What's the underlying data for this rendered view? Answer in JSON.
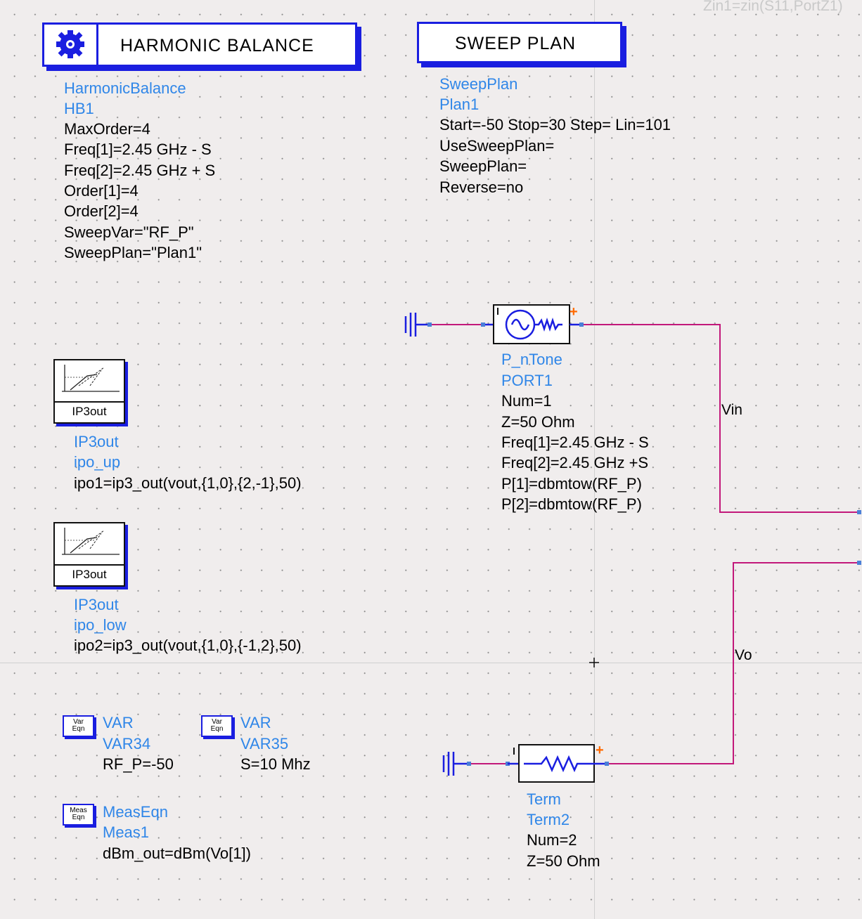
{
  "corner_text": "Zin1=zin(S11,PortZ1)",
  "harmonic_balance": {
    "title": "HARMONIC BALANCE",
    "icon": "gear-cluster-icon",
    "type": "HarmonicBalance",
    "name": "HB1",
    "params": [
      "MaxOrder=4",
      "Freq[1]=2.45 GHz - S",
      "Freq[2]=2.45 GHz + S",
      "Order[1]=4",
      "Order[2]=4",
      "SweepVar=\"RF_P\"",
      "SweepPlan=\"Plan1\""
    ]
  },
  "sweep_plan": {
    "title": "SWEEP PLAN",
    "type": "SweepPlan",
    "name": "Plan1",
    "params": [
      "Start=-50 Stop=30 Step= Lin=101",
      "UseSweepPlan=",
      "SweepPlan=",
      "Reverse=no"
    ]
  },
  "ip3_up": {
    "icon_label": "IP3out",
    "type": "IP3out",
    "name": "ipo_up",
    "expr": "ipo1=ip3_out(vout,{1,0},{2,-1},50)"
  },
  "ip3_low": {
    "icon_label": "IP3out",
    "type": "IP3out",
    "name": "ipo_low",
    "expr": "ipo2=ip3_out(vout,{1,0},{-1,2},50)"
  },
  "var34": {
    "tag": [
      "Var",
      "Eqn"
    ],
    "type": "VAR",
    "name": "VAR34",
    "expr": "RF_P=-50"
  },
  "var35": {
    "tag": [
      "Var",
      "Eqn"
    ],
    "type": "VAR",
    "name": "VAR35",
    "expr": "S=10 Mhz"
  },
  "meas": {
    "tag": [
      "Meas",
      "Eqn"
    ],
    "type": "MeasEqn",
    "name": "Meas1",
    "expr": "dBm_out=dBm(Vo[1])"
  },
  "port1": {
    "type": "P_nTone",
    "name": "PORT1",
    "params": [
      "Num=1",
      "Z=50 Ohm",
      "Freq[1]=2.45 GHz - S",
      "Freq[2]=2.45 GHz +S",
      "P[1]=dbmtow(RF_P)",
      "P[2]=dbmtow(RF_P)"
    ],
    "pin_plus": "+",
    "pin_minus": "-"
  },
  "term2": {
    "type": "Term",
    "name": "Term2",
    "params": [
      "Num=2",
      "Z=50 Ohm"
    ],
    "pin_plus": "+",
    "pin_minus": "-"
  },
  "wire_labels": {
    "vin": "Vin",
    "vo": "Vo"
  },
  "colors": {
    "wire": "#c2187a",
    "controller_border": "#1a1ee0",
    "param_blue": "#2f86e8",
    "pin_plus": "#ff6a00"
  }
}
